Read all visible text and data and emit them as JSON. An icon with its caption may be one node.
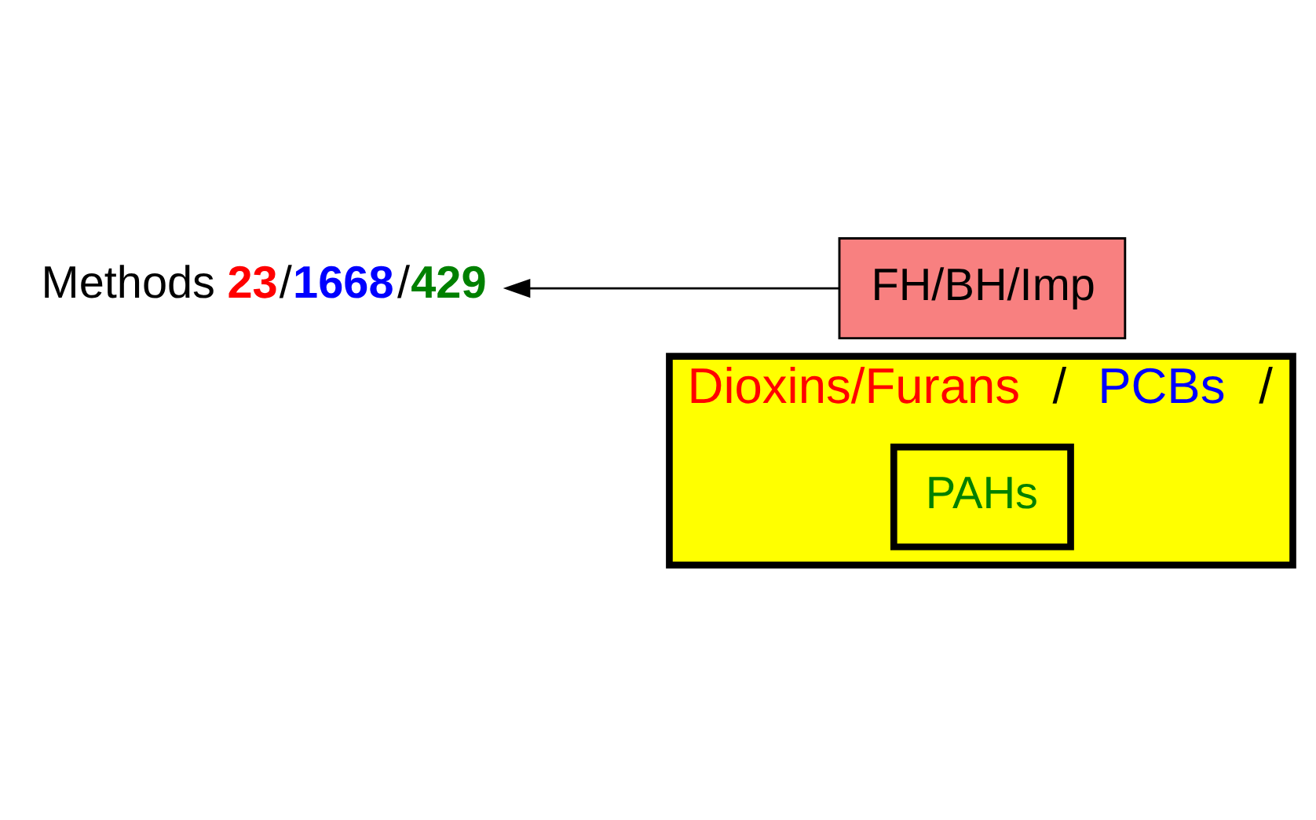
{
  "diagram": {
    "nodes": [
      {
        "text": [
          "Dioxins/Furans",
          "/",
          "PCBs",
          "/"
        ]
      },
      {
        "text": [
          "PAHs"
        ],
        "in": 0
      },
      {
        "text": [
          "Methods",
          "23/1668/429"
        ]
      },
      {
        "text": [
          "FH/BH/Imp"
        ]
      }
    ],
    "edges": [
      {
        "from": 3,
        "to": 2,
        "arrow": "to"
      }
    ]
  }
}
